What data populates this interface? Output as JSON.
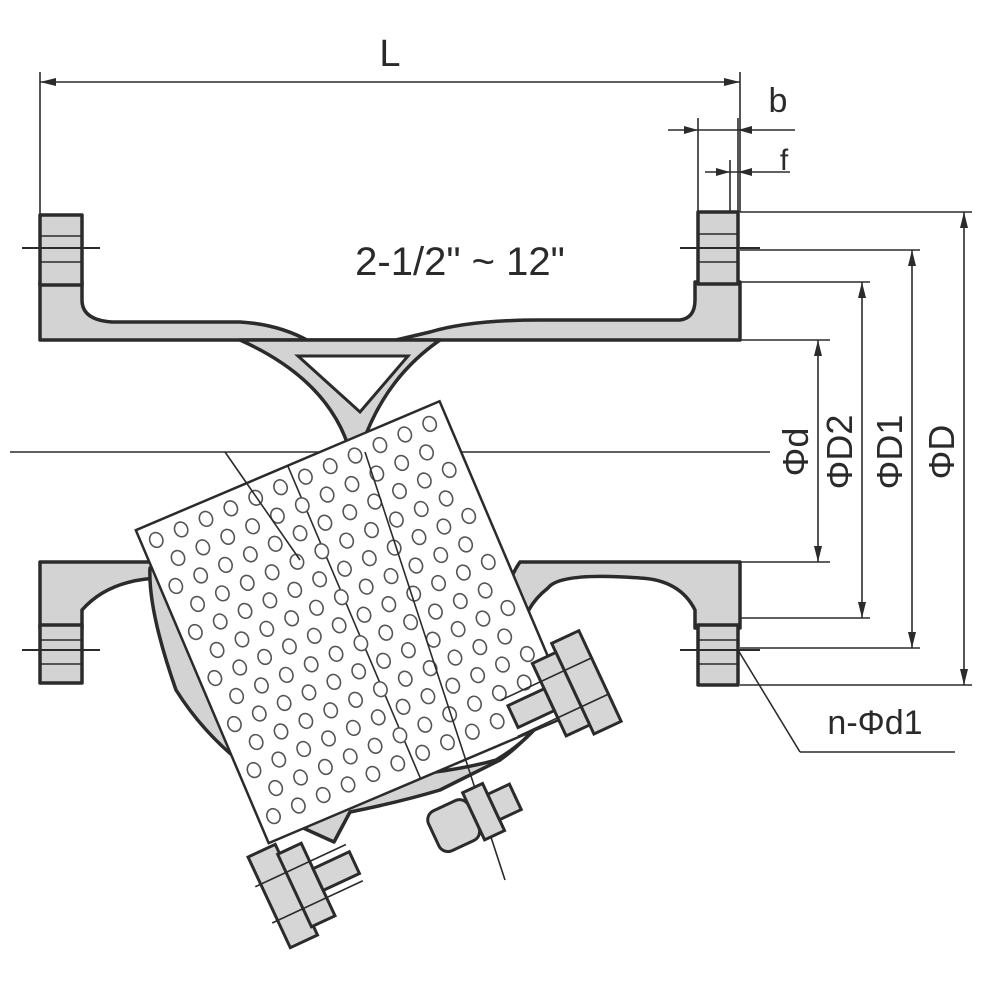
{
  "diagram": {
    "size_range": "2-1/2\" ~ 12\"",
    "dimensions": {
      "length": "L",
      "flange_thickness": "b",
      "raised_face": "f",
      "bore": "Φd",
      "raised_face_dia": "ΦD2",
      "bolt_circle": "ΦD1",
      "flange_dia": "ΦD",
      "bolt_holes": "n-Φd1"
    },
    "colors": {
      "body_fill": "#d3d3d3",
      "outline": "#2b2b2b",
      "screen_fill": "#ffffff"
    }
  }
}
